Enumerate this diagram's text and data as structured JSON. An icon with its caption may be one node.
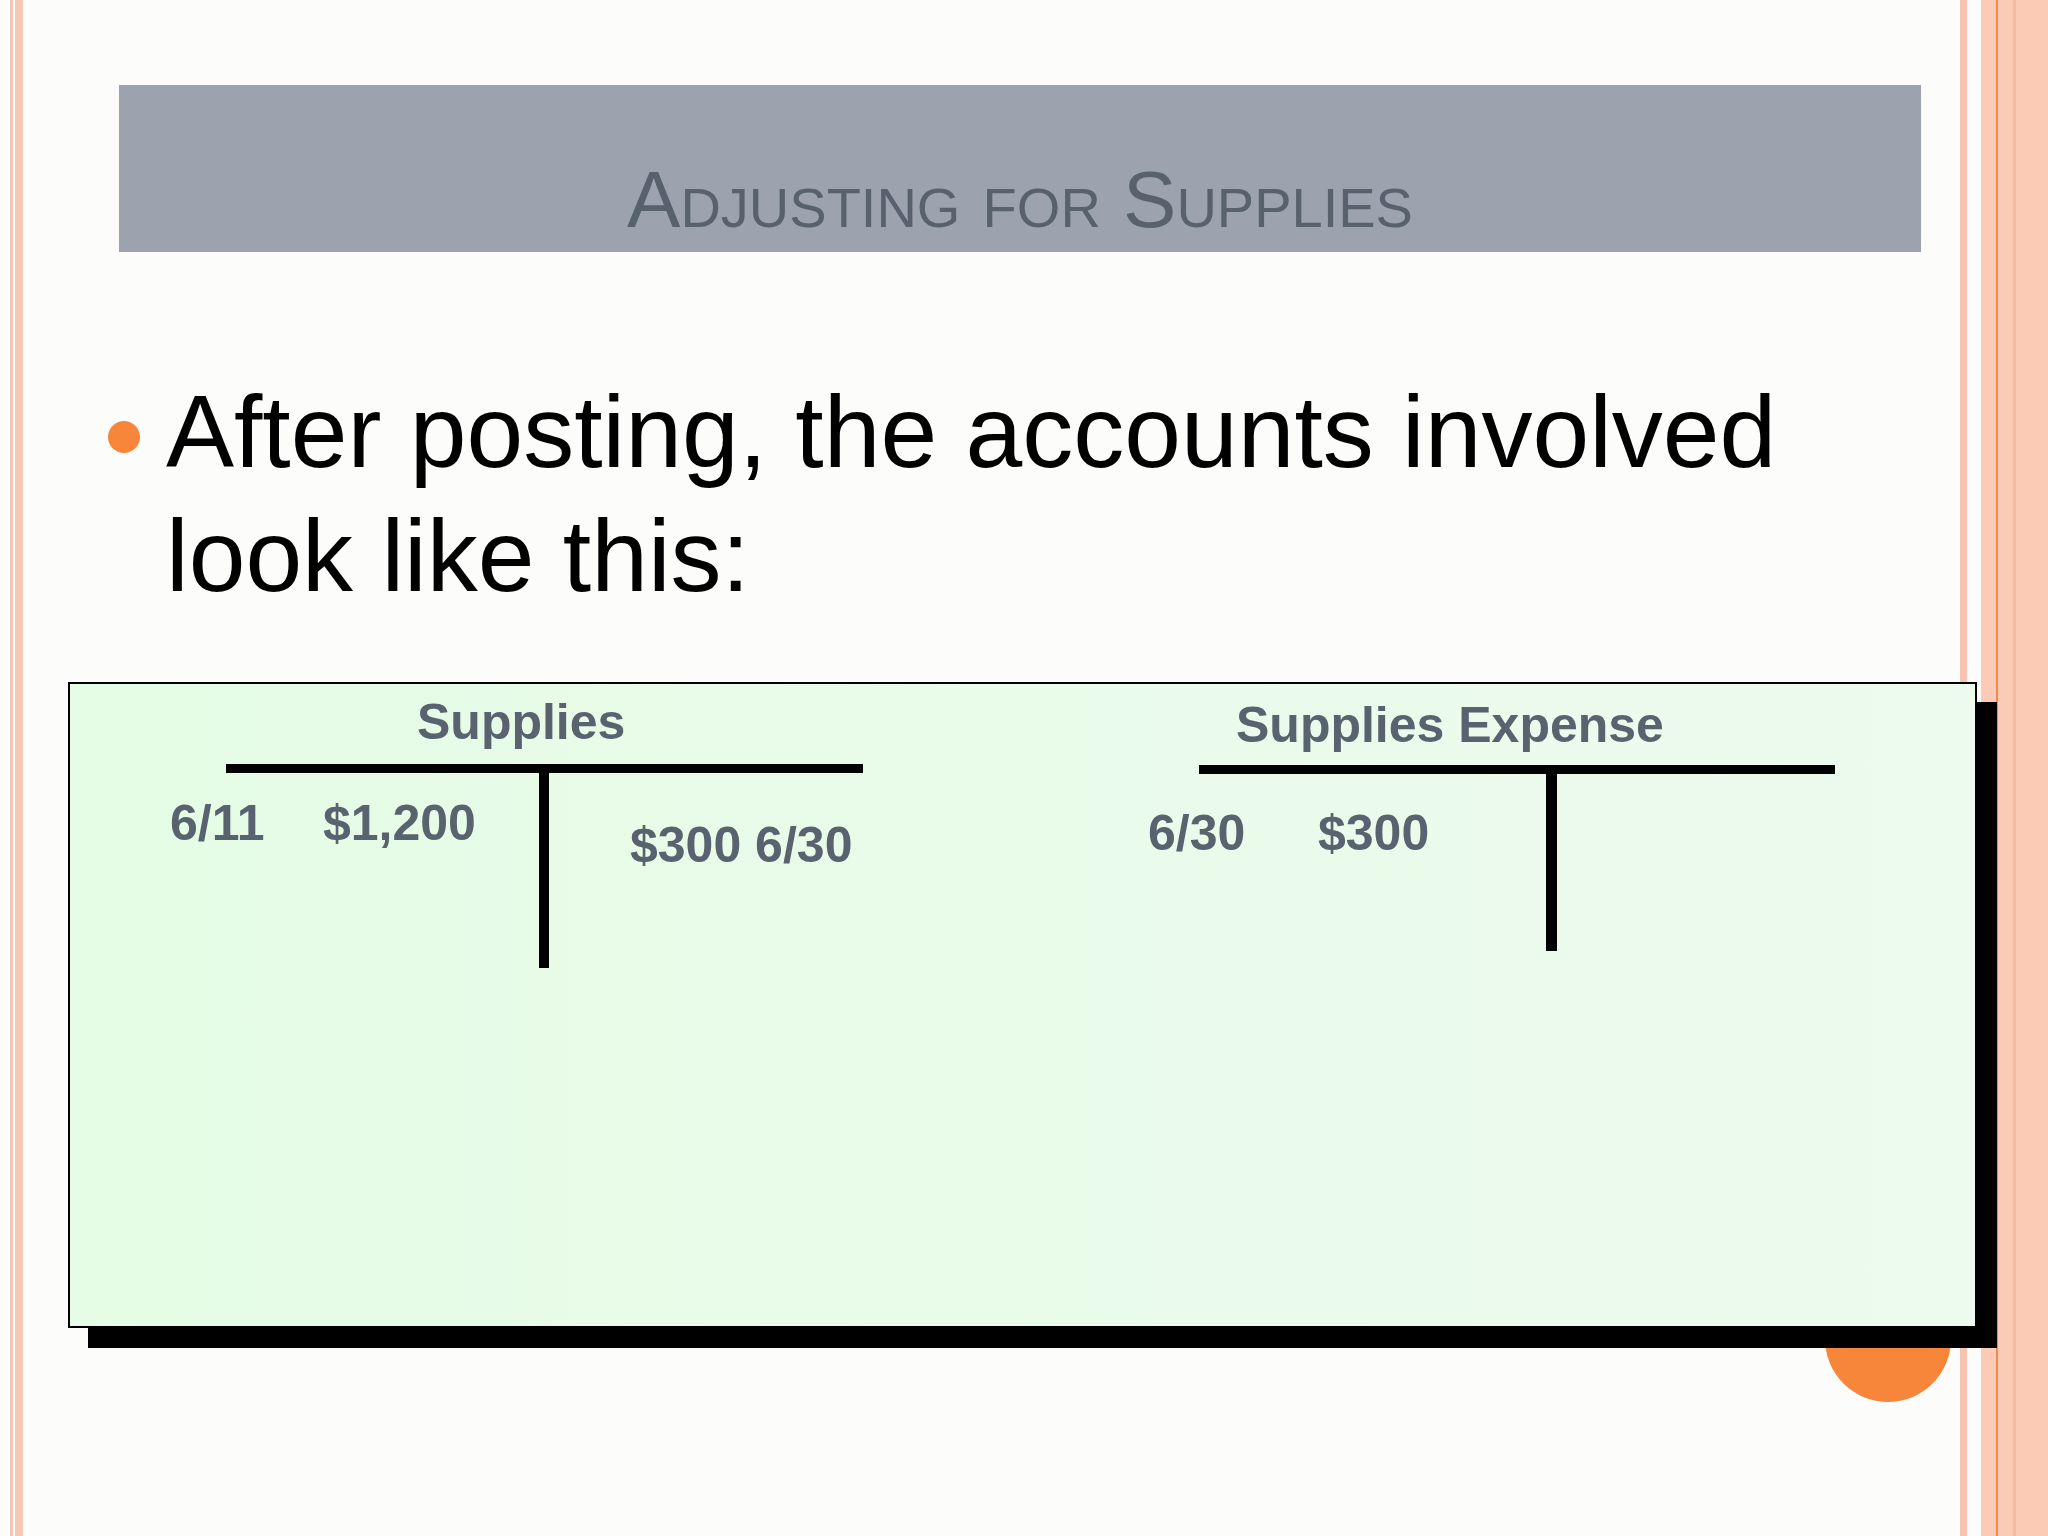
{
  "diagram": {
    "title": "Adjusting for Supplies",
    "nodes": [
      {
        "text": [],
        "shape": "box"
      },
      {
        "text": [
          "Supplies",
          "6/11",
          "$1,200",
          "$300 6/30"
        ],
        "in": 0
      },
      {
        "text": [
          "Supplies Expense",
          "6/30",
          "$300"
        ],
        "in": 0
      }
    ],
    "labels": [
      "After posting, the accounts involved look like this:"
    ]
  }
}
